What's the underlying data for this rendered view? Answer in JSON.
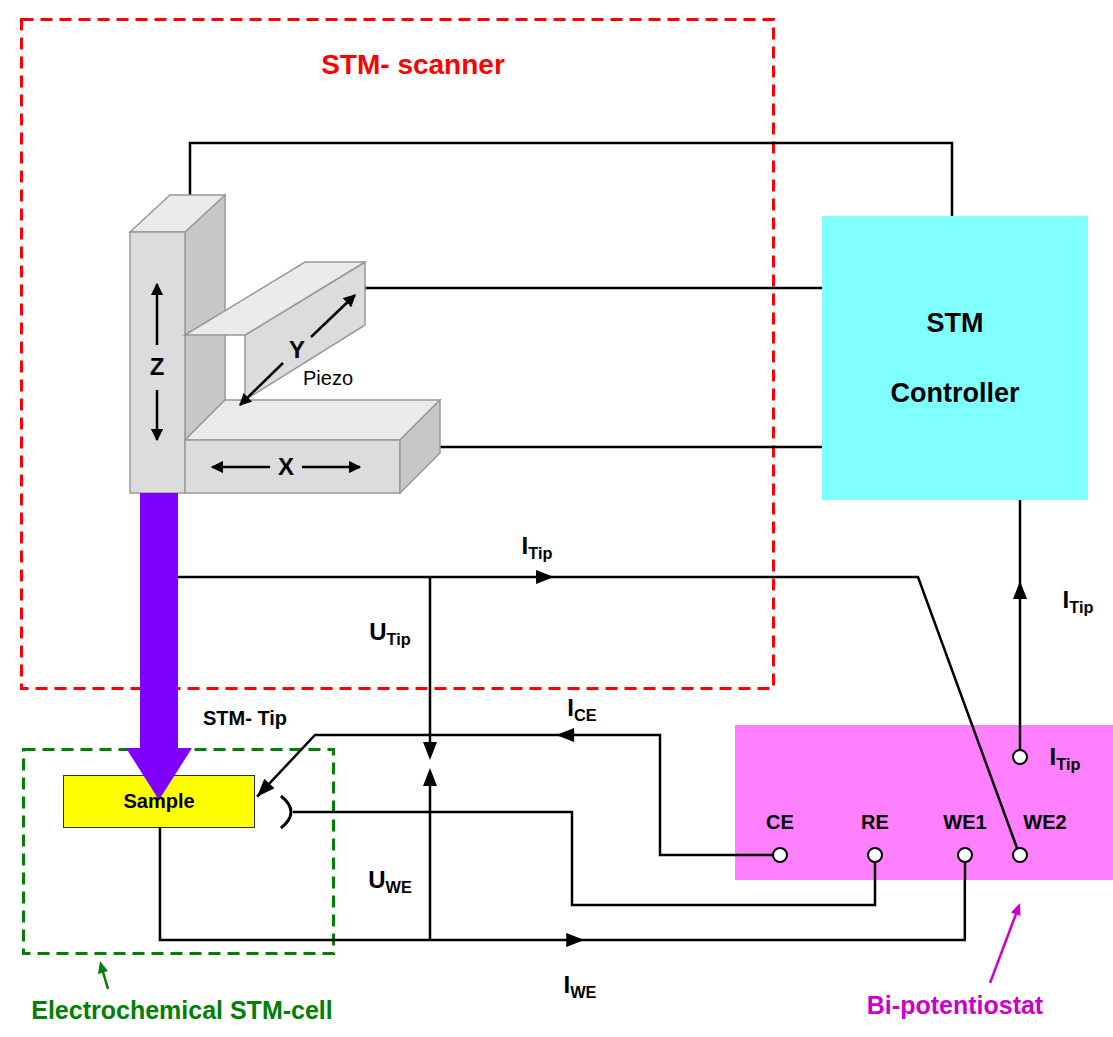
{
  "diagram": {
    "nodes": [
      {
        "text": [
          "STM- scanner"
        ]
      },
      {
        "text": [
          "STM Controller"
        ]
      },
      {
        "text": [
          "Electrochemical STM-cell"
        ]
      },
      {
        "text": [
          "Sample"
        ],
        "in": 2
      },
      {
        "text": [
          "Bi-potentiostat"
        ]
      }
    ],
    "edges": [
      {
        "from": 4,
        "to": 1,
        "label": "ITip",
        "arrow": "to"
      },
      {
        "from": 4,
        "to": 3,
        "label": "ICE",
        "arrow": "to"
      },
      {
        "from": 3,
        "to": 4,
        "label": "IWE",
        "arrow": "to"
      }
    ],
    "labels": [
      "Z",
      "Y",
      "X",
      "Piezo",
      "ITip",
      "UTip",
      "STM- Tip",
      "UWE",
      "ITip",
      "CE",
      "RE",
      "WE1",
      "WE2"
    ]
  }
}
